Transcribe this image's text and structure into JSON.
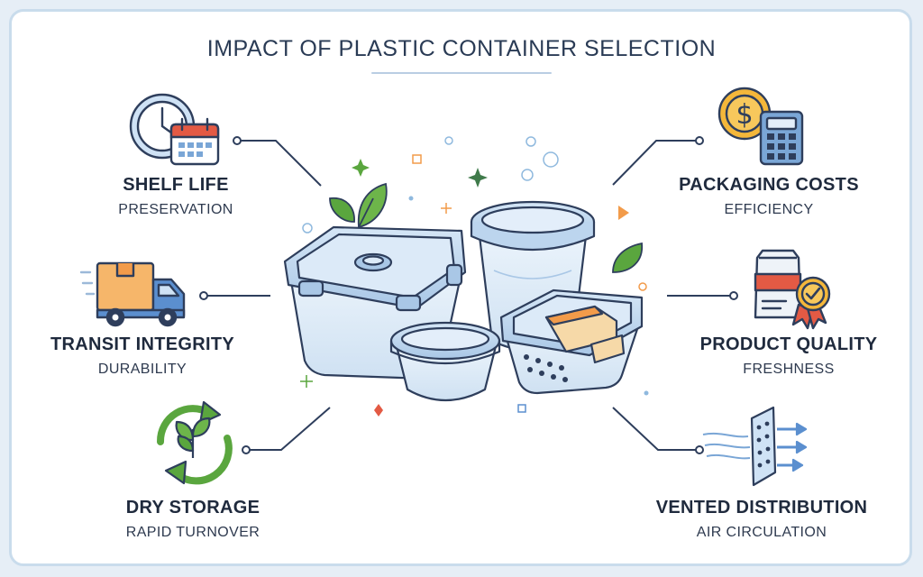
{
  "title": "IMPACT OF PLASTIC CONTAINER SELECTION",
  "factors": [
    {
      "id": "shelf-life",
      "title": "SHELF LIFE",
      "subtitle": "PRESERVATION",
      "icon": "clock-calendar-icon"
    },
    {
      "id": "transit-integrity",
      "title": "TRANSIT INTEGRITY",
      "subtitle": "DURABILITY",
      "icon": "delivery-truck-icon"
    },
    {
      "id": "dry-storage",
      "title": "DRY STORAGE",
      "subtitle": "RAPID TURNOVER",
      "icon": "recycle-leaf-icon"
    },
    {
      "id": "packaging-costs",
      "title": "PACKAGING COSTS",
      "subtitle": "EFFICIENCY",
      "icon": "coin-calculator-icon"
    },
    {
      "id": "product-quality",
      "title": "PRODUCT QUALITY",
      "subtitle": "FRESHNESS",
      "icon": "quality-badge-icon"
    },
    {
      "id": "vented-distribution",
      "title": "VENTED DISTRIBUTION",
      "subtitle": "AIR CIRCULATION",
      "icon": "vent-airflow-icon"
    }
  ],
  "colors": {
    "title": "#2a3b55",
    "outline": "#2e3e5c",
    "container_blue": "#c7ddf2",
    "leaf_green": "#5aa63e",
    "coin_gold": "#f4b73a",
    "label_orange": "#f29b4a",
    "ribbon_red": "#e35a44",
    "frame_border": "#c9dcec"
  }
}
